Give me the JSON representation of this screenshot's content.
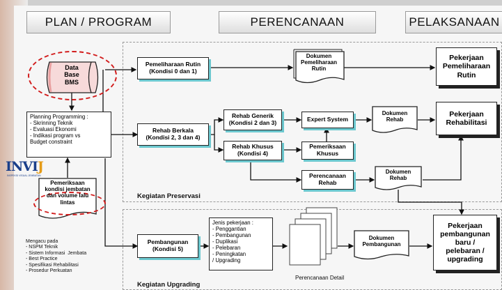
{
  "headers": {
    "plan": "PLAN / PROGRAM",
    "perencanaan": "PERENCANAAN",
    "pelaksanaan": "PELAKSANAAN"
  },
  "database": "Data\nBase\nBMS",
  "planning": "Planning Programming :\n- Skrinning Teknik\n- Evaluasi Ekonomi\n- Indikasi program vs\n  Budget constraint",
  "pemeriksaan_kondisi": "Pemeriksaan\nkondisi jembatan\ndan volume lalu\nlintas",
  "logo": {
    "text": "INVI",
    "mark": "J",
    "subtitle": "INSPEKSI VISUAL JEMBATAN"
  },
  "references": "Mengacu pada\n- NSPM Teknik\n- Sistem Informasi  Jembata\n- Best Practice\n- Spesifikasi Rehabilitasi\n- Prosedur Perkuatan",
  "rutin": {
    "box": "Pemeliharaan Rutin\n(Kondisi 0 dan 1)",
    "doc": "Dokumen\nPemeliharaan\nRutin",
    "result": "Pekerjaan\nPemeliharaan\nRutin"
  },
  "rehab": {
    "berkala": "Rehab Berkala\n(Kondisi 2, 3 dan 4)",
    "generik": "Rehab Generik\n(Kondisi 2 dan 3)",
    "khusus": "Rehab Khusus\n(Kondisi 4)",
    "expert": "Expert System",
    "pemeriksaan_khusus": "Pemeriksaan\nKhusus",
    "perencanaan": "Perencanaan\nRehab",
    "doc1": "Dokumen\nRehab",
    "doc2": "Dokumen\nRehab",
    "result": "Pekerjaan\nRehabilitasi"
  },
  "kegiatan_preservasi": "Kegiatan Preservasi",
  "upgrade": {
    "pembangunan": "Pembangunan\n(Kondisi 5)",
    "jenis": "Jenis pekerjaan :\n- Penggantian\n- Pembangunan\n- Duplikasi\n- Pelebaran\n- Peningkatan\n  / Upgrading",
    "perencanaan_detail": "Perencanaan Detail",
    "doc": "Dokumen\nPembangunan",
    "result": "Pekerjaan\npembangunan\nbaru /\npelebaran /\nupgrading"
  },
  "kegiatan_upgrading": "Kegiatan Upgrading",
  "colors": {
    "accent": "#6cc8cf",
    "highlight": "#d21d1d",
    "logo": "#1a3f8a"
  }
}
